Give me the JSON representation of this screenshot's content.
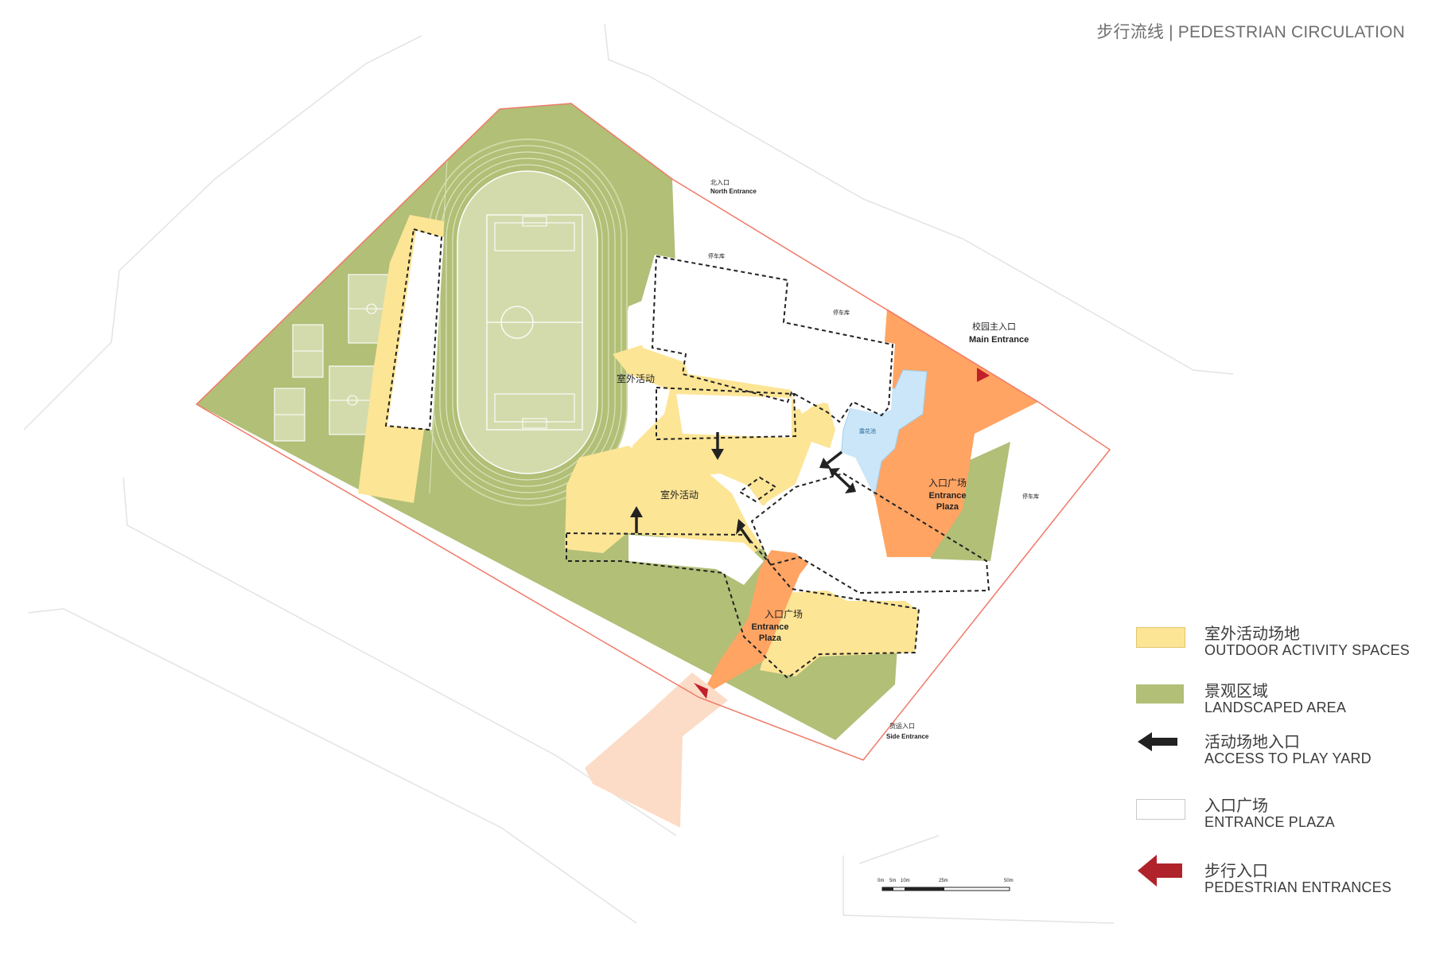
{
  "header": {
    "title_zh": "步行流线",
    "separator": "|",
    "title_en": "PEDESTRIAN CIRCULATION"
  },
  "map": {
    "north_entrance_zh": "北入口",
    "north_entrance_en": "North Entrance",
    "main_entrance_zh": "校园主入口",
    "main_entrance_en": "Main Entrance",
    "side_entrance_zh": "货运入口",
    "side_entrance_en": "Side Entrance",
    "outdoor_activity_label": "室外活动",
    "entrance_plaza_zh": "入口广场",
    "entrance_plaza_en_1": "Entrance",
    "entrance_plaza_en_2": "Plaza",
    "parking_label": "停车库",
    "pool_label": "露花池",
    "scale_labels": [
      "0m",
      "5m",
      "10m",
      "25m",
      "50m"
    ]
  },
  "legend": {
    "items": [
      {
        "zh": "室外活动场地",
        "en": "OUTDOOR ACTIVITY SPACES",
        "color": "#fde596",
        "swatch": "fill"
      },
      {
        "zh": "景观区域",
        "en": "LANDSCAPED AREA",
        "color": "#b1bf77",
        "swatch": "fill"
      },
      {
        "zh": "活动场地入口",
        "en": "ACCESS TO PLAY YARD",
        "color": "#222222",
        "swatch": "arrow"
      },
      {
        "zh": "入口广场",
        "en": "ENTRANCE PLAZA",
        "color": "#ffffff",
        "swatch": "outline"
      },
      {
        "zh": "步行入口",
        "en": "PEDESTRIAN ENTRANCES",
        "color": "#b0232a",
        "swatch": "arrow"
      }
    ]
  },
  "colors": {
    "outdoor_activity": "#fde596",
    "landscape": "#b1bf77",
    "field": "#d3dbac",
    "entrance_plaza_orange": "#ffa463",
    "entrance_walk": "#fcdcc7",
    "pool": "#cbe6f8",
    "boundary": "#ef7a68",
    "play_yard_arrow": "#222222",
    "pedestrian_arrow": "#c0202a"
  }
}
